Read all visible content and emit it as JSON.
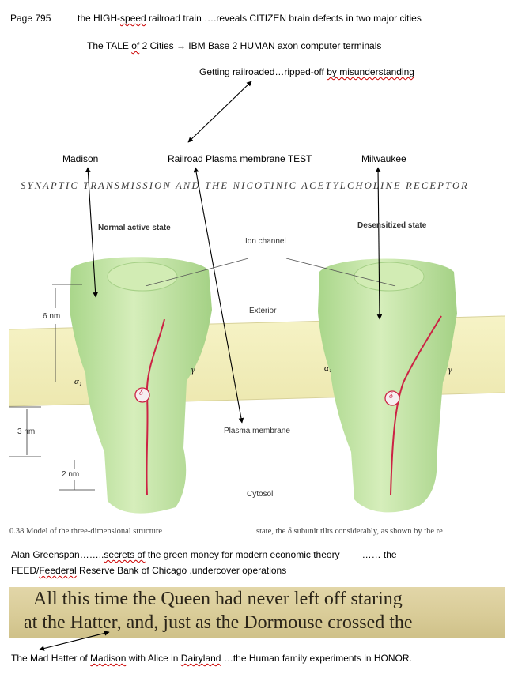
{
  "header": {
    "page_ref": "Page 795",
    "line1_parts": [
      "the HIGH-",
      "speed",
      "  railroad train ….reveals CITIZEN  brain defects in two major cities"
    ],
    "line2_parts": [
      "The TALE   ",
      "of",
      "  2 Cities ",
      "→",
      " IBM Base 2  HUMAN axon computer terminals"
    ],
    "line3_parts": [
      "Getting railroaded…ripped-off ",
      "by  misunderstanding"
    ]
  },
  "labels": {
    "madison": "Madison",
    "railroad_test": "Railroad Plasma membrane TEST",
    "milwaukee": "Milwaukee"
  },
  "figure": {
    "heading": "SYNAPTIC TRANSMISSION AND THE NICOTINIC ACETYLCHOLINE RECEPTOR",
    "normal_state": "Normal active state",
    "desensitized_state": "Desensitized state",
    "ion_channel": "Ion channel",
    "exterior": "Exterior",
    "plasma_membrane": "Plasma membrane",
    "cytosol": "Cytosol",
    "dim_6nm": "6 nm",
    "dim_3nm": "3 nm",
    "dim_2nm": "2 nm",
    "alpha1": "α₁",
    "gamma": "γ",
    "delta": "δ",
    "caption_left": "0.38   Model of the three-dimensional structure",
    "caption_right": "state, the δ subunit tilts considerably, as shown by the re",
    "colors": {
      "protein": "#c9e7a9",
      "membrane": "#f5f2c3",
      "helix": "#cc2244"
    }
  },
  "notes": {
    "greenspan_parts": [
      "Alan Greenspan……..",
      "secrets of",
      " the  green money for modern economic theory",
      "…… the"
    ],
    "feed_parts": [
      "FEED/",
      "Feederal",
      "  Reserve Bank  of Chicago   .undercover operations"
    ]
  },
  "book_excerpt": {
    "line1": "All this time the Queen had never left off staring",
    "line2": "at the Hatter, and, just as the Dormouse crossed the"
  },
  "footer": {
    "parts": [
      "The Mad Hatter of ",
      "Madison",
      "  with Alice in ",
      "Dairyland",
      " …the Human family experiments in   HONOR."
    ]
  }
}
